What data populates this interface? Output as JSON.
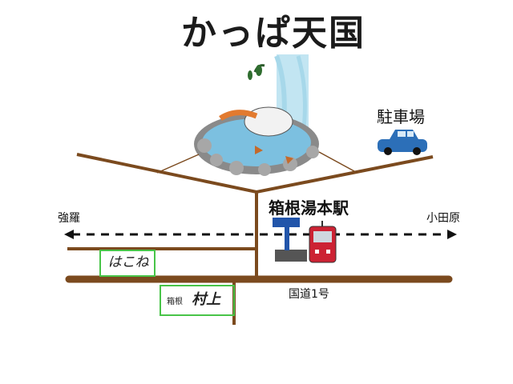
{
  "title": "かっぱ天国",
  "landmarks": {
    "parking": "駐車場",
    "station": "箱根湯本駅",
    "route": "国道1号",
    "left_direction": "強羅",
    "right_direction": "小田原"
  },
  "shops": {
    "hakone": "はこね",
    "murakami_small": "箱根",
    "murakami_big": "村上"
  },
  "colors": {
    "road": "#7b4a1e",
    "water": "#7cc0e0",
    "rock": "#a7a7a7",
    "taxi": "#2c6fb8",
    "train": "#cc2233",
    "station_sign": "#2255aa",
    "shop_border": "#48c448"
  },
  "icons": [
    "taxi-icon",
    "train-icon",
    "station-sign-icon",
    "hot-spring-illustration"
  ]
}
